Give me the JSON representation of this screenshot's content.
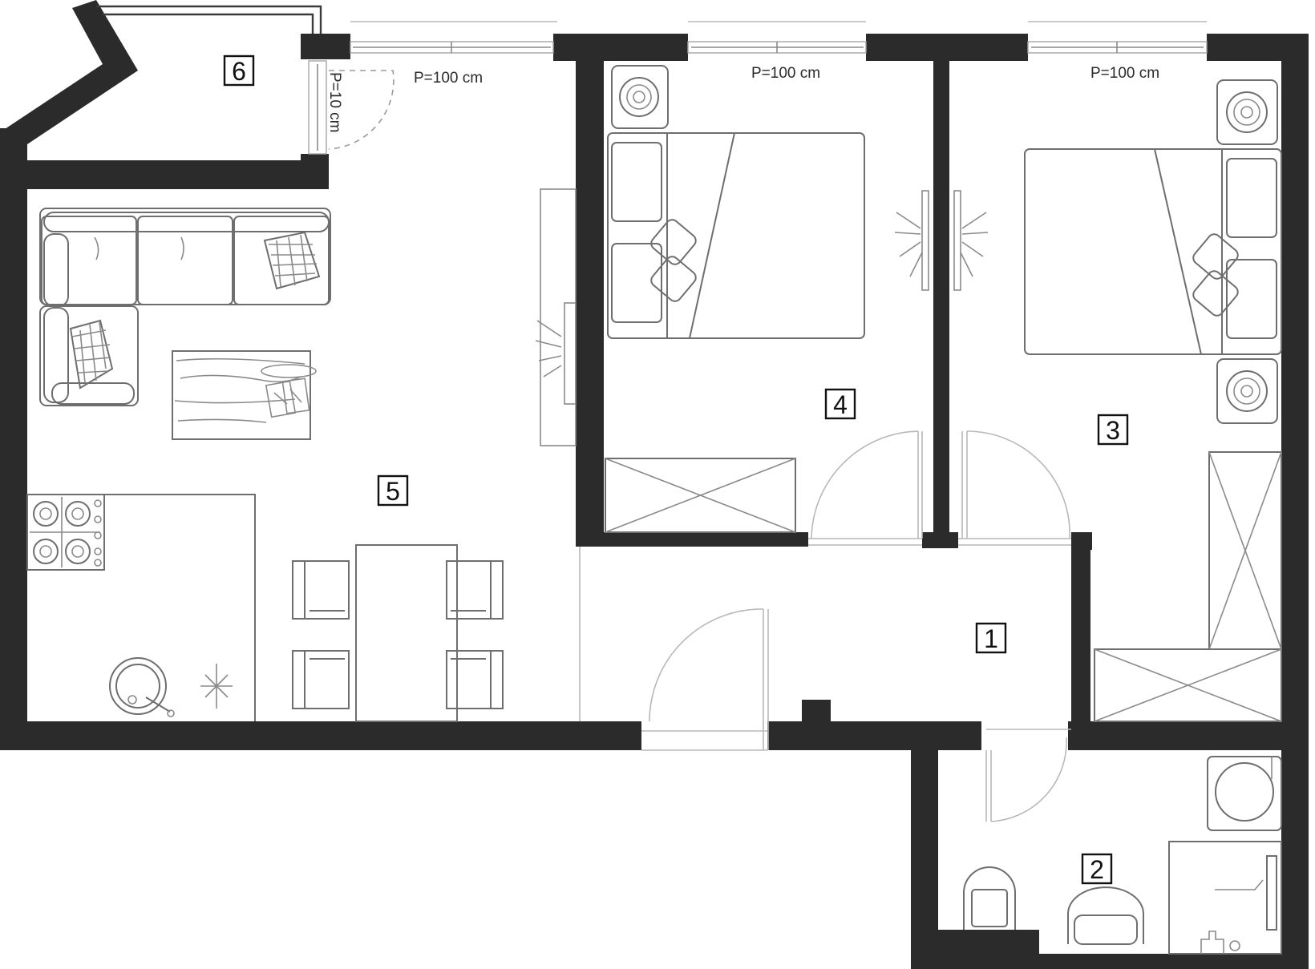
{
  "rooms": [
    {
      "id": "room-1",
      "label": "1"
    },
    {
      "id": "room-2",
      "label": "2"
    },
    {
      "id": "room-3",
      "label": "3"
    },
    {
      "id": "room-4",
      "label": "4"
    },
    {
      "id": "room-5",
      "label": "5"
    },
    {
      "id": "room-6",
      "label": "6"
    }
  ],
  "dimensions": {
    "window_living": "P=100 cm",
    "window_bedroom_4": "P=100 cm",
    "window_bedroom_3": "P=100 cm",
    "balcony_door": "P=10 cm"
  },
  "colors": {
    "wall": "#2b2b2b",
    "furniture_line": "#6e6e6e",
    "door_swing": "#b8b8b8",
    "background": "#ffffff"
  }
}
